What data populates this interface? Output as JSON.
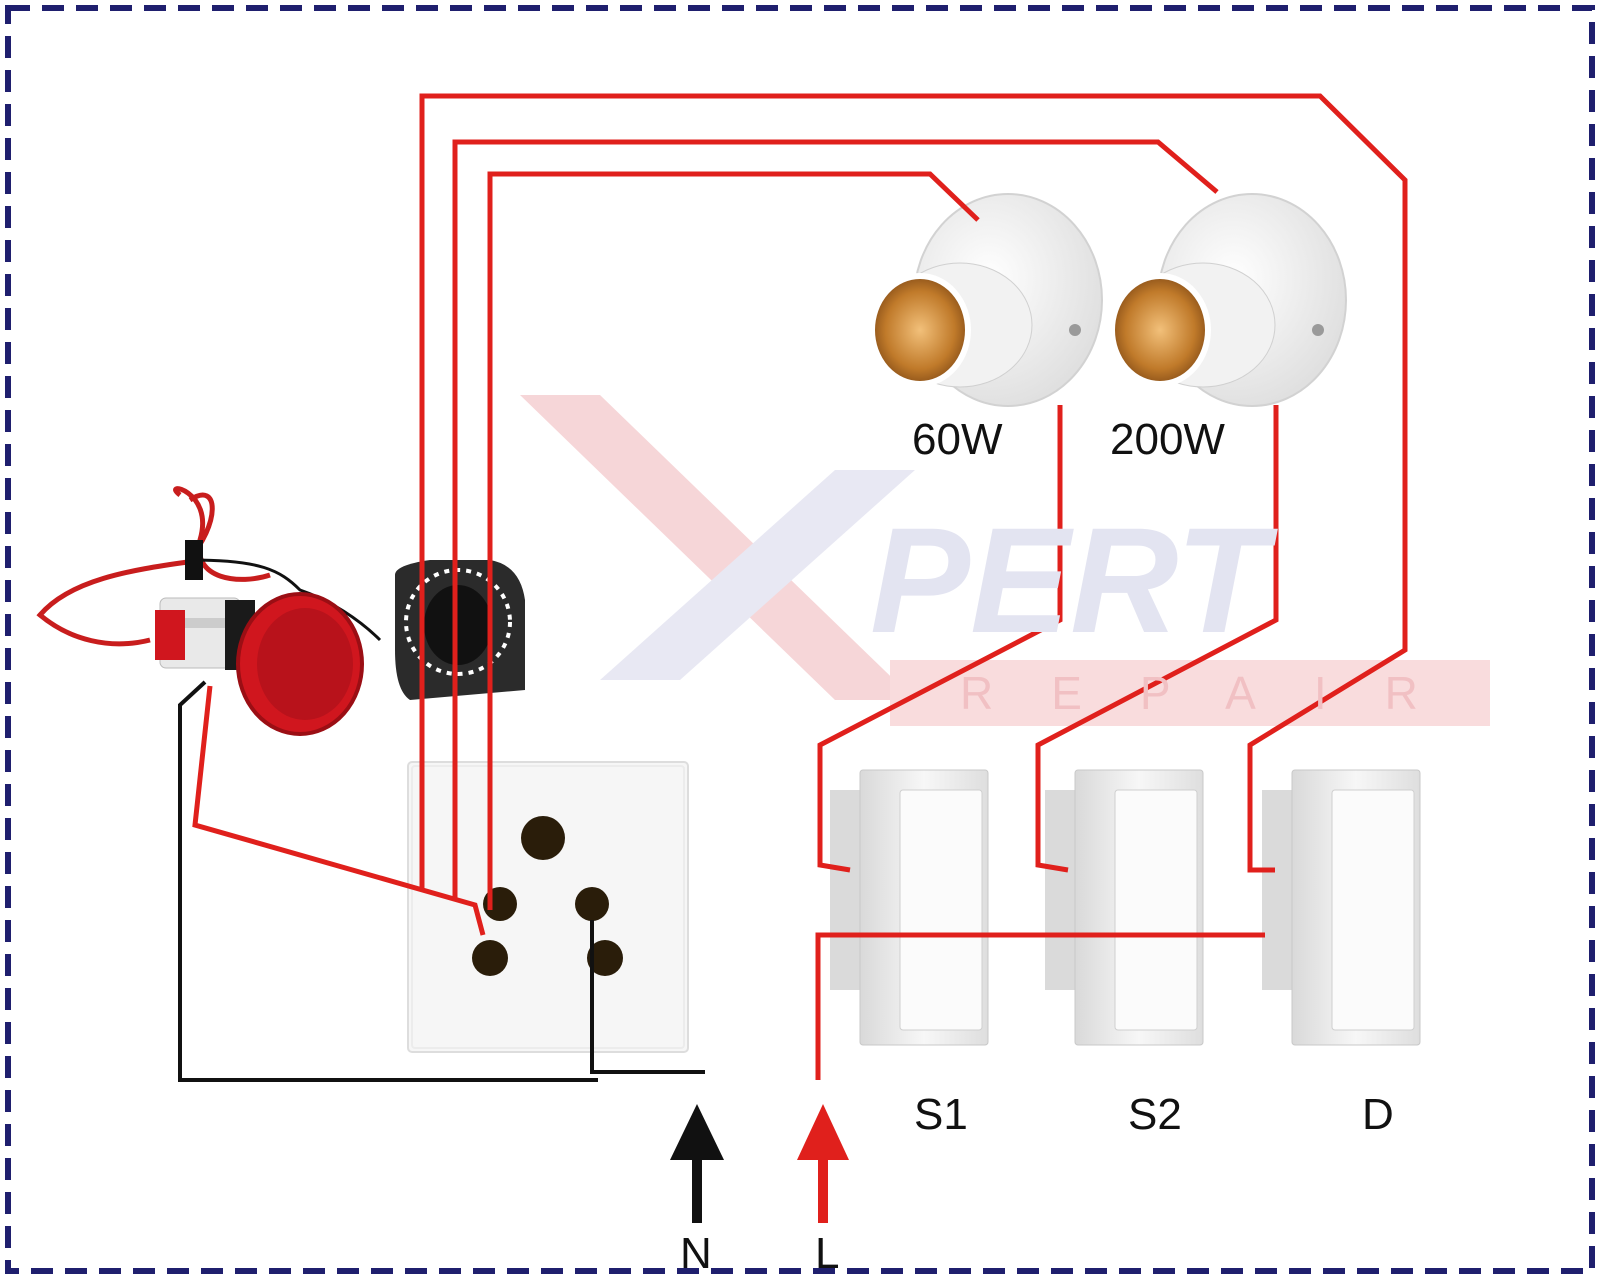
{
  "labels": {
    "bulb_left_power": "60W",
    "bulb_right_power": "200W",
    "switch_1": "S1",
    "switch_2": "S2",
    "switch_3": "D",
    "neutral": "N",
    "live": "L"
  },
  "watermark": {
    "brand": "PERT",
    "tagline": "REPAIR"
  },
  "colors": {
    "border": "#1f1f6e",
    "live_wire": "#e0201c",
    "neutral_wire": "#111111",
    "meter_red": "#d0161e",
    "watermark_red": "#f4c5c8",
    "watermark_blue": "#e3e4f1"
  }
}
